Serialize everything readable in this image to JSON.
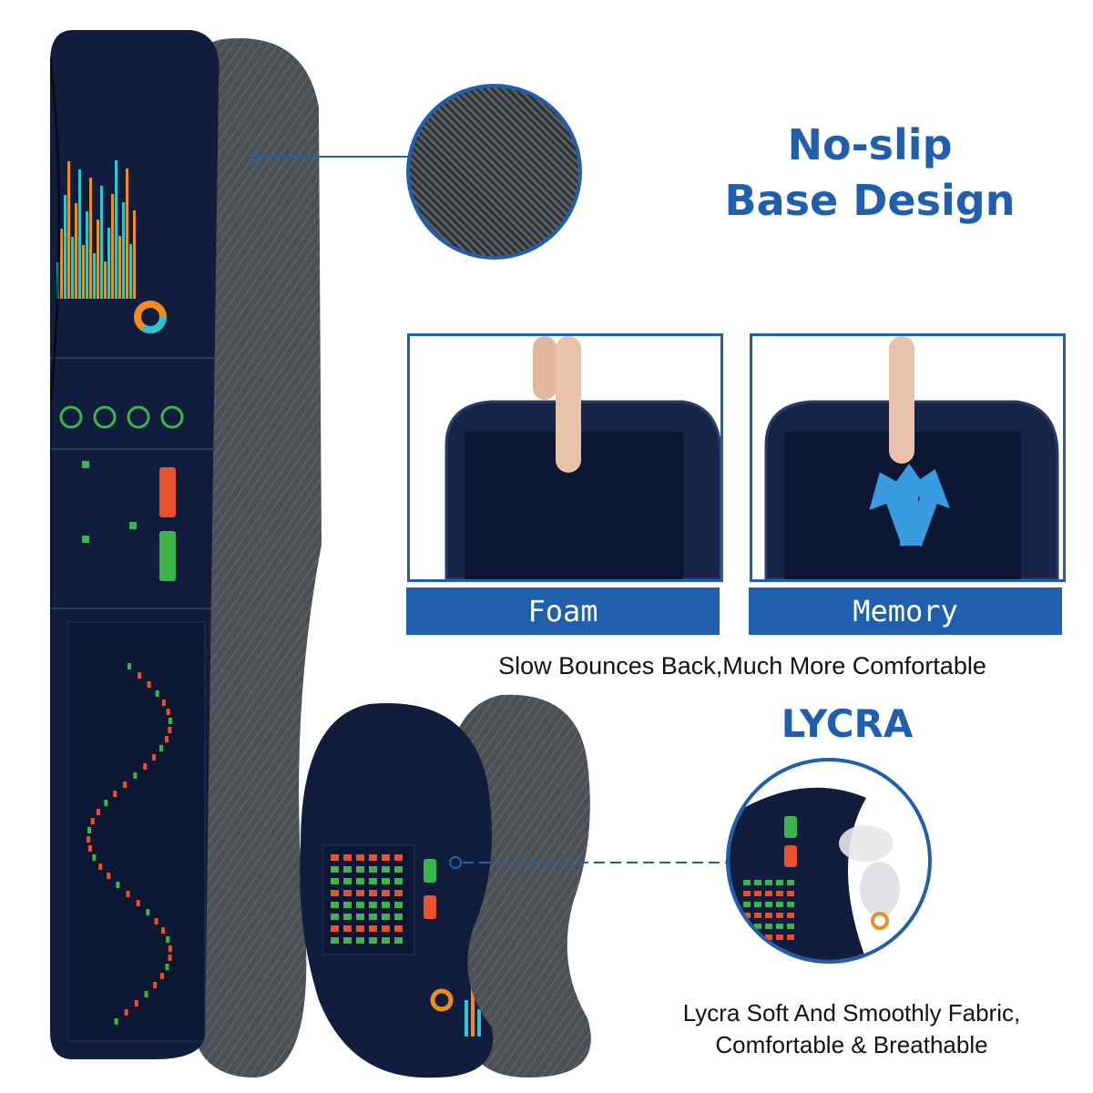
{
  "headline": {
    "line1": "No-slip",
    "line2": "Base Design"
  },
  "features": {
    "foam_label": "Foam",
    "memory_label": "Memory",
    "bounce_caption": "Slow Bounces Back,Much More Comfortable"
  },
  "lycra": {
    "title": "LYCRA",
    "caption_line1": "Lycra Soft And Smoothly Fabric,",
    "caption_line2": "Comfortable & Breathable"
  },
  "colors": {
    "accent": "#1f5fae",
    "pad_navy": "#101d3c",
    "base_grey": "#4a4f54",
    "chart_orange": "#f28c1e",
    "chart_cyan": "#2ec4d6",
    "sell_red": "#e8502e",
    "buy_green": "#3cb54a"
  }
}
